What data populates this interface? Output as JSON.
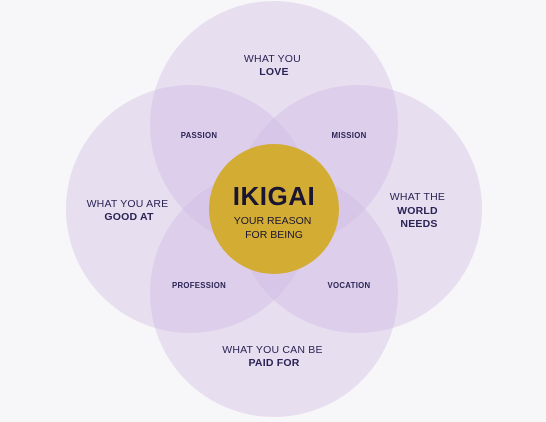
{
  "colors": {
    "background": "#f7f6f9",
    "circle_fill": "#cdb8e3",
    "core_fill": "#d3ac33",
    "text": "#2a2354"
  },
  "circles": {
    "love": {
      "line1": "WHAT YOU",
      "line2": "LOVE"
    },
    "good_at": {
      "line1": "WHAT YOU ARE",
      "line2": "GOOD AT"
    },
    "world_needs": {
      "line1": "WHAT THE",
      "line2": "WORLD",
      "line3": "NEEDS"
    },
    "paid_for": {
      "line1": "WHAT YOU CAN BE",
      "line2": "PAID FOR"
    }
  },
  "intersections": {
    "passion": "PASSION",
    "mission": "MISSION",
    "profession": "PROFESSION",
    "vocation": "VOCATION"
  },
  "core": {
    "title": "IKIGAI",
    "line1": "YOUR REASON",
    "line2": "FOR BEING"
  }
}
